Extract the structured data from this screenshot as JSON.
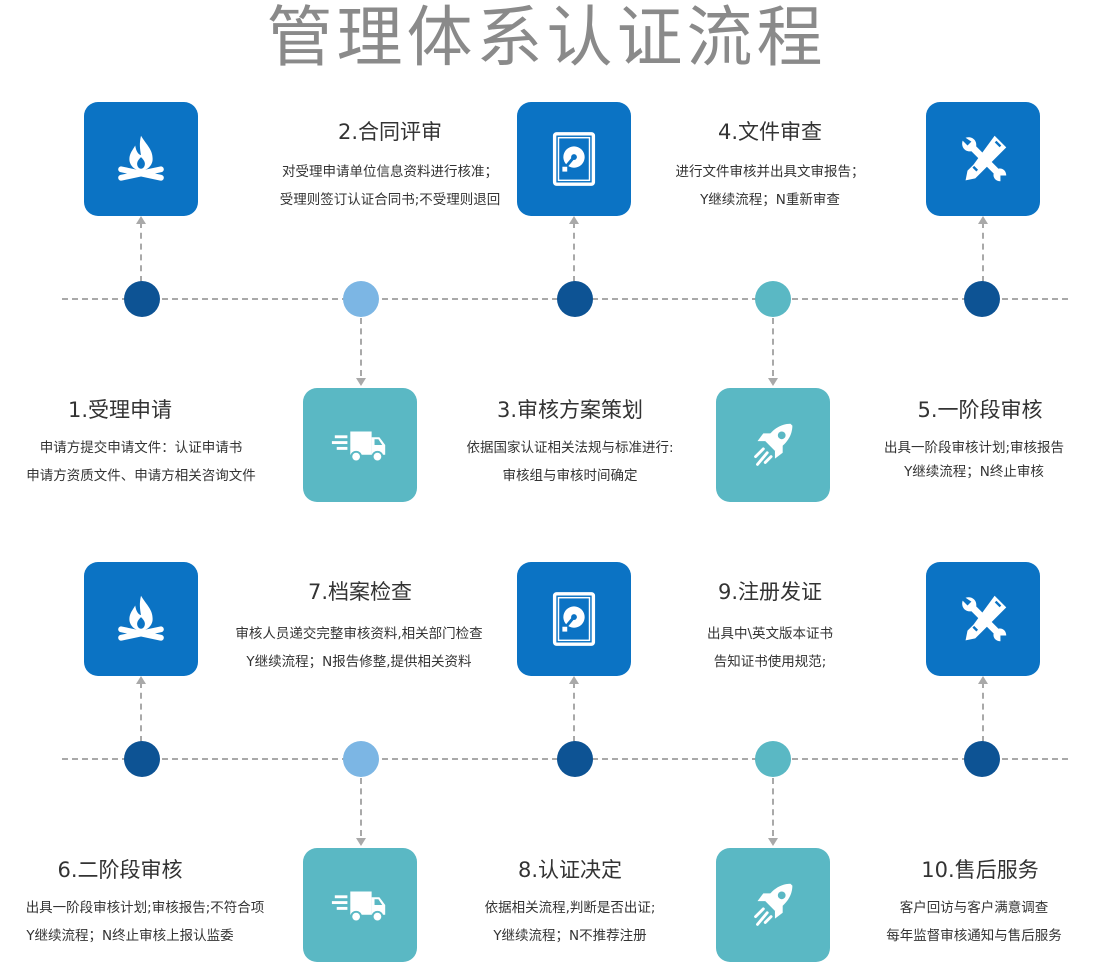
{
  "title": "管理体系认证流程",
  "colors": {
    "tile_dark": "#0b73c4",
    "tile_teal": "#5ab8c4",
    "dot_navy": "#0d5394",
    "dot_light_blue": "#7cb6e4",
    "dot_teal": "#5ab8c4",
    "connector": "#a9a9a9",
    "title_text": "#8a8a8a"
  },
  "steps": [
    {
      "title": "1.受理申请",
      "lines": [
        "申请方提交申请文件：认证申请书",
        "申请方资质文件、申请方相关咨询文件"
      ],
      "icon": "truck-icon"
    },
    {
      "title": "2.合同评审",
      "lines": [
        "对受理申请单位信息资料进行核准；",
        "受理则签订认证合同书;不受理则退回"
      ],
      "icon": "campfire-icon"
    },
    {
      "title": "3.审核方案策划",
      "lines": [
        "依据国家认证相关法规与标准进行:",
        "审核组与审核时间确定"
      ],
      "icon": "rocket-icon"
    },
    {
      "title": "4.文件审查",
      "lines": [
        "进行文件审核并出具文审报告；",
        "Y继续流程；N重新审查"
      ],
      "icon": "hard-disk-icon"
    },
    {
      "title": "5.一阶段审核",
      "lines": [
        "出具一阶段审核计划;审核报告",
        "Y继续流程；N终止审核"
      ],
      "icon": "tools-icon"
    },
    {
      "title": "6.二阶段审核",
      "lines": [
        "出具一阶段审核计划;审核报告;不符合项",
        "Y继续流程；N终止审核上报认监委"
      ],
      "icon": "truck-icon"
    },
    {
      "title": "7.档案检查",
      "lines": [
        "审核人员递交完整审核资料,相关部门检查",
        "Y继续流程；N报告修整,提供相关资料"
      ],
      "icon": "campfire-icon"
    },
    {
      "title": "8.认证决定",
      "lines": [
        "依据相关流程,判断是否出证;",
        "Y继续流程；N不推荐注册"
      ],
      "icon": "rocket-icon"
    },
    {
      "title": "9.注册发证",
      "lines": [
        "出具中\\英文版本证书",
        "告知证书使用规范;"
      ],
      "icon": "hard-disk-icon"
    },
    {
      "title": "10.售后服务",
      "lines": [
        "客户回访与客户满意调查",
        "每年监督审核通知与售后服务"
      ],
      "icon": "tools-icon"
    }
  ]
}
